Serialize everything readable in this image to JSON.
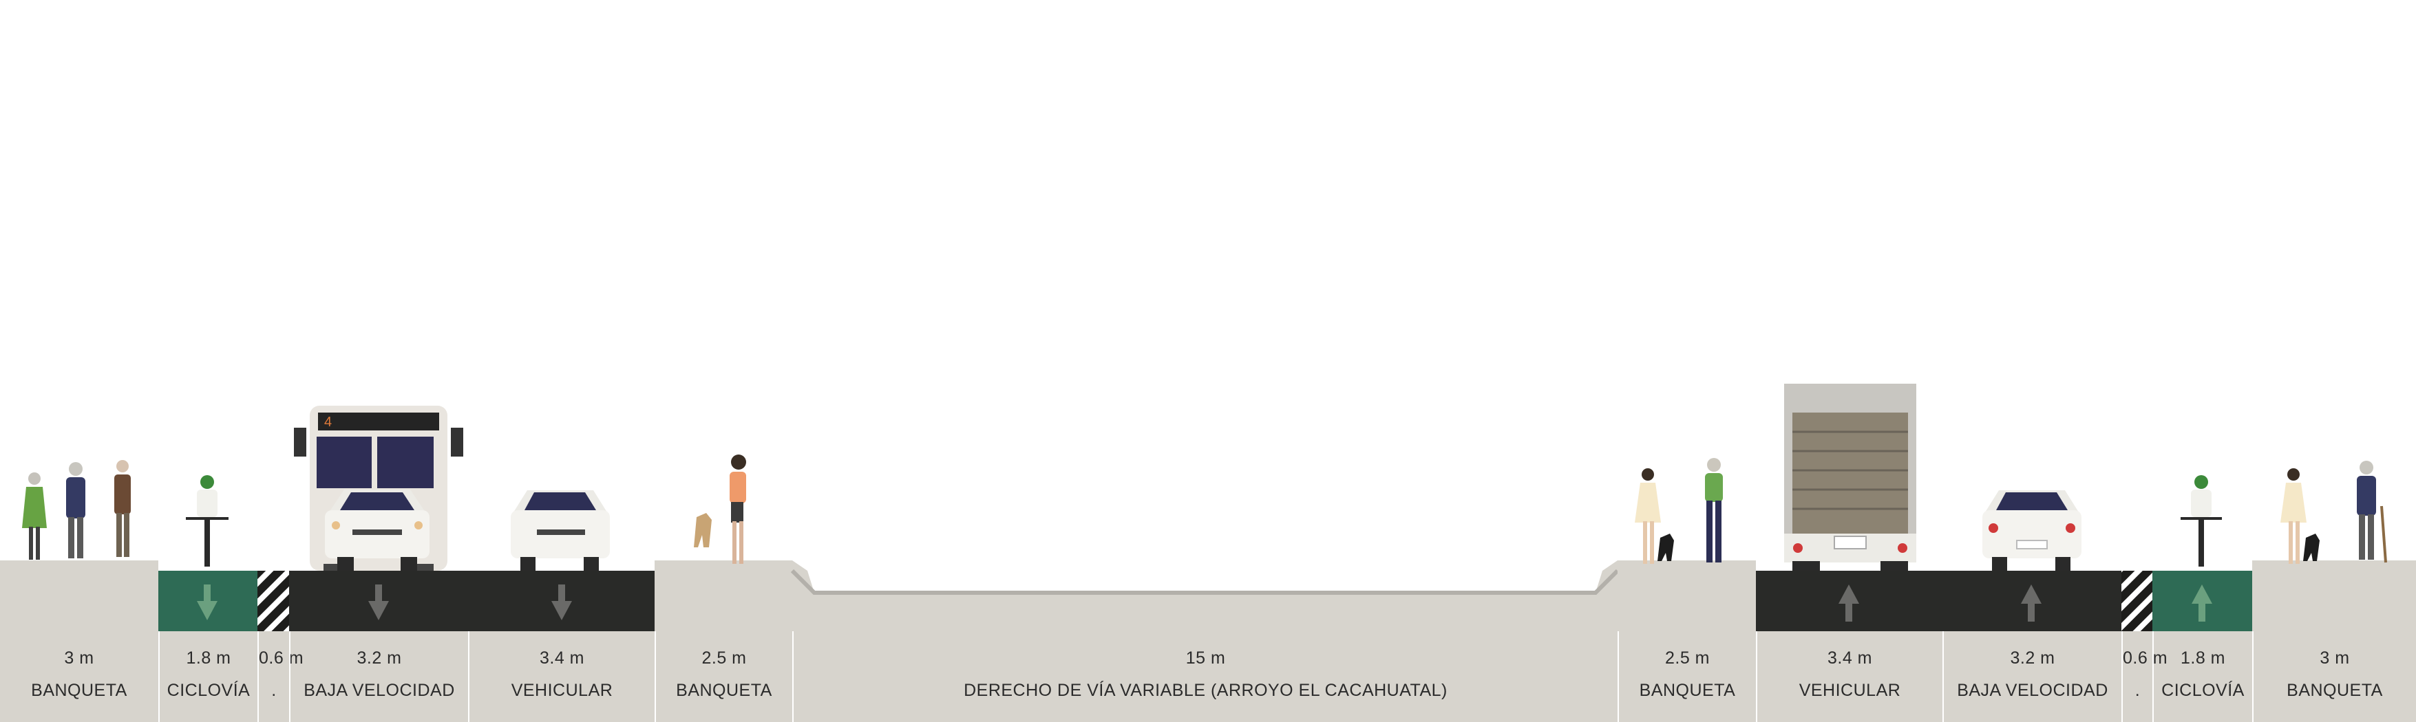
{
  "segments": [
    {
      "width": "3 m",
      "name": "BANQUETA"
    },
    {
      "width": "1.8 m",
      "name": "CICLOVÍA"
    },
    {
      "width": "0.6 m",
      "name": "."
    },
    {
      "width": "3.2 m",
      "name": "BAJA VELOCIDAD"
    },
    {
      "width": "3.4 m",
      "name": "VEHICULAR"
    },
    {
      "width": "2.5 m",
      "name": "BANQUETA"
    },
    {
      "width": "15 m",
      "name": "DERECHO DE VÍA VARIABLE (ARROYO EL CACAHUATAL)"
    },
    {
      "width": "2.5 m",
      "name": "BANQUETA"
    },
    {
      "width": "3.4 m",
      "name": "VEHICULAR"
    },
    {
      "width": "3.2 m",
      "name": "BAJA VELOCIDAD"
    },
    {
      "width": "0.6 m",
      "name": "."
    },
    {
      "width": "1.8 m",
      "name": "CICLOVÍA"
    },
    {
      "width": "3 m",
      "name": "BANQUETA"
    }
  ],
  "bus_route_number": "4",
  "colors": {
    "sidewalk": "#d7d4cd",
    "bike_lane": "#2e6b55",
    "road": "#292a28",
    "channel_line": "#b3b0aa",
    "label_band": "#d7d4cd",
    "label_text": "#2b2b2b"
  }
}
